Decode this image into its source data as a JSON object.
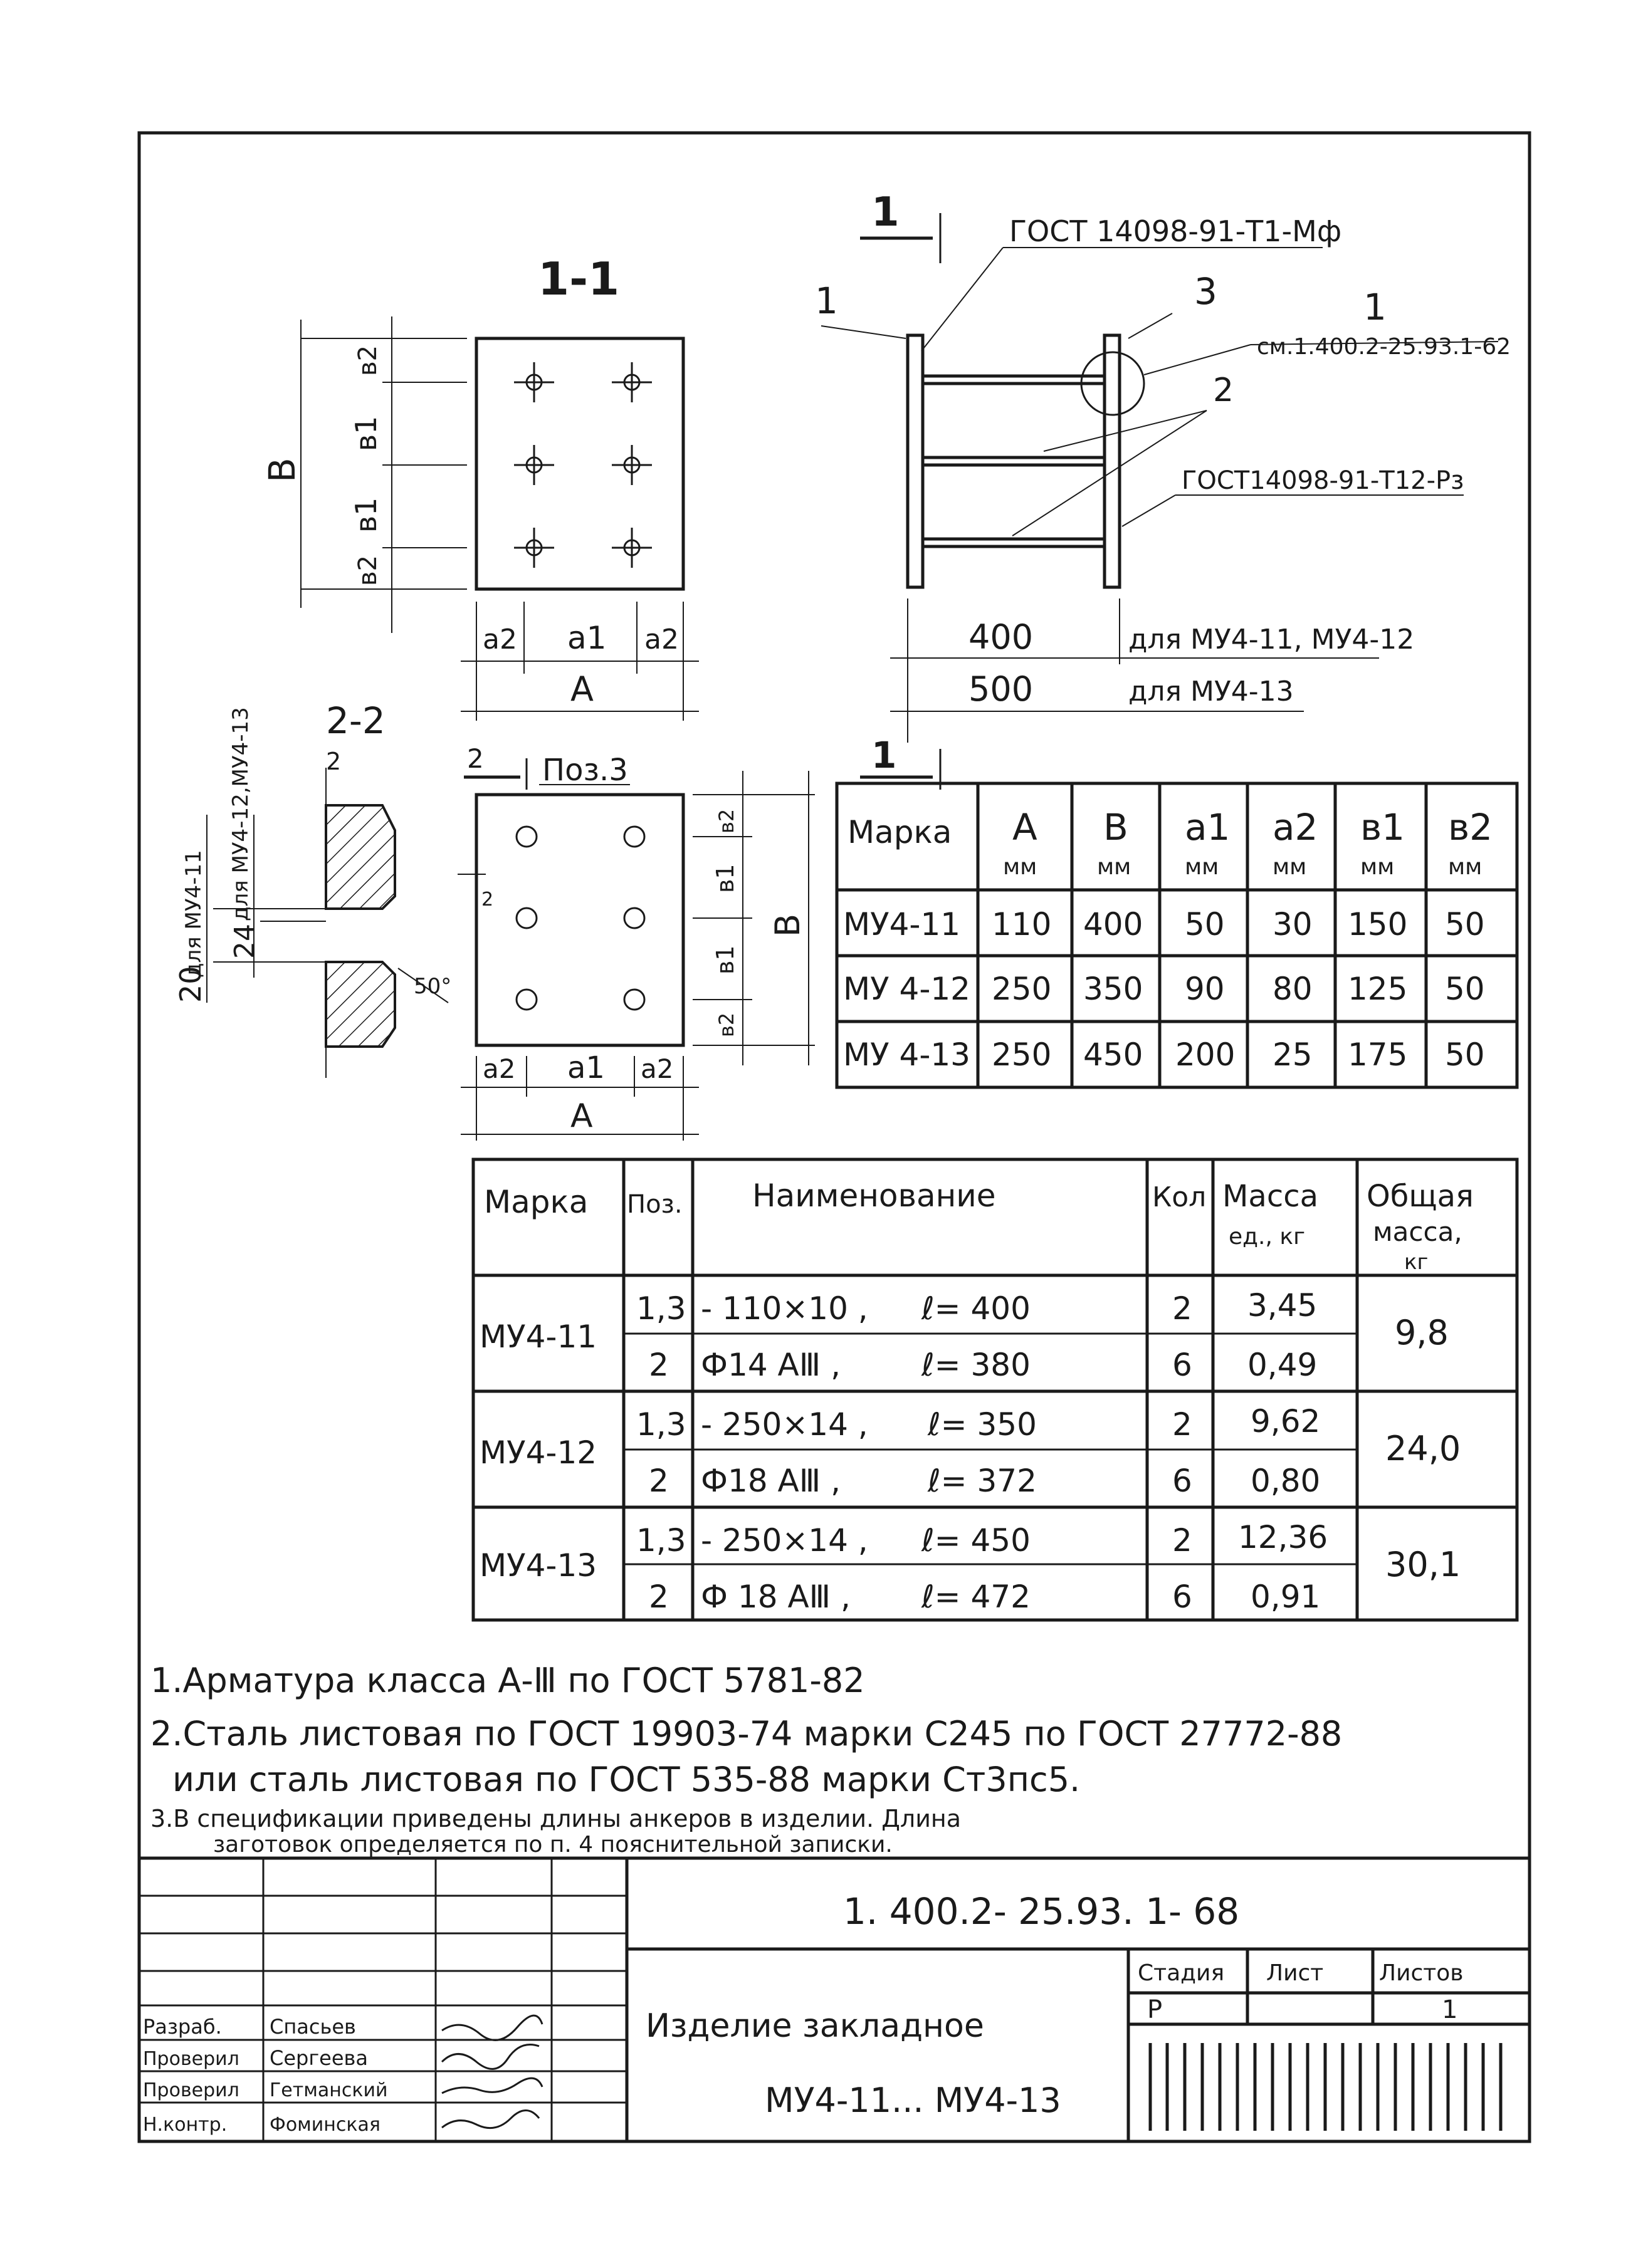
{
  "section_1_1": {
    "title": "1-1",
    "dim_B": "B",
    "dim_b2": "в2",
    "dim_b1": "в1",
    "dim_a2": "а2",
    "dim_a1": "а1",
    "dim_A": "А"
  },
  "section_2_2": {
    "title": "2-2",
    "mark_20": "20",
    "for_mu4_11": "для МУ4-11",
    "mark_24": "24",
    "for_mu4_12_13": "для МУ4-12,МУ4-13",
    "angle": "50°",
    "cut_mark": "2"
  },
  "plan_view": {
    "pos_label": "Поз.3",
    "cut_mark": "2",
    "dim_B": "B",
    "dim_b1": "в1",
    "dim_b2": "в2",
    "dim_a1": "а1",
    "dim_a2": "а2",
    "dim_A": "А"
  },
  "side_view": {
    "cut_top": "1",
    "cut_bottom": "1",
    "leader_1_left": "1",
    "gost_top": "ГОСТ 14098-91-Т1-Мф",
    "leader_3": "3",
    "detail_1": "1",
    "detail_ref": "см.1.400.2-25.93.1-62",
    "leader_2": "2",
    "gost_bottom": "ГОСТ14098-91-Т12-Рз",
    "dim_400": "400",
    "for_400": "для МУ4-11, МУ4-12",
    "dim_500": "500",
    "for_500": "для МУ4-13"
  },
  "dims_table": {
    "headers": [
      {
        "name": "Марка",
        "unit": ""
      },
      {
        "name": "А",
        "unit": "мм"
      },
      {
        "name": "B",
        "unit": "мм"
      },
      {
        "name": "а1",
        "unit": "мм"
      },
      {
        "name": "а2",
        "unit": "мм"
      },
      {
        "name": "в1",
        "unit": "мм"
      },
      {
        "name": "в2",
        "unit": "мм"
      }
    ],
    "rows": [
      [
        "МУ4-11",
        "110",
        "400",
        "50",
        "30",
        "150",
        "50"
      ],
      [
        "МУ 4-12",
        "250",
        "350",
        "90",
        "80",
        "125",
        "50"
      ],
      [
        "МУ 4-13",
        "250",
        "450",
        "200",
        "25",
        "175",
        "50"
      ]
    ]
  },
  "spec_table": {
    "h_mark": "Марка",
    "h_pos": "Поз.",
    "h_name": "Наименование",
    "h_qty": "Кол",
    "h_mass1": "Масса",
    "h_mass2": "ед., кг",
    "h_total1": "Общая",
    "h_total2": "масса,",
    "h_total3": "кг",
    "groups": [
      {
        "mark": "МУ4-11",
        "total": "9,8",
        "rows": [
          {
            "pos": "1,3",
            "name": "- 110×10 ,",
            "len": "ℓ= 400",
            "qty": "2",
            "mass": "3,45"
          },
          {
            "pos": "2",
            "name": "Ф14 АⅢ ,",
            "len": "ℓ= 380",
            "qty": "6",
            "mass": "0,49"
          }
        ]
      },
      {
        "mark": "МУ4-12",
        "total": "24,0",
        "rows": [
          {
            "pos": "1,3",
            "name": "- 250×14 ,",
            "len": "ℓ= 350",
            "qty": "2",
            "mass": "9,62"
          },
          {
            "pos": "2",
            "name": "Ф18 АⅢ ,",
            "len": "ℓ= 372",
            "qty": "6",
            "mass": "0,80"
          }
        ]
      },
      {
        "mark": "МУ4-13",
        "total": "30,1",
        "rows": [
          {
            "pos": "1,3",
            "name": "- 250×14 ,",
            "len": "ℓ= 450",
            "qty": "2",
            "mass": "12,36"
          },
          {
            "pos": "2",
            "name": "Ф 18 АⅢ ,",
            "len": "ℓ= 472",
            "qty": "6",
            "mass": "0,91"
          }
        ]
      }
    ]
  },
  "notes": [
    "1.Арматура класса А-Ⅲ по ГОСТ 5781-82",
    "2.Сталь листовая по ГОСТ 19903-74 марки С245 по ГОСТ 27772-88",
    "или сталь листовая по ГОСТ 535-88 марки Ст3пс5.",
    "3.В спецификации приведены длины анкеров в изделии. Длина",
    "заготовок определяется по п. 4 пояснительной записки."
  ],
  "title_block": {
    "doc_code": "1. 400.2- 25.93. 1- 68",
    "title_line1": "Изделие закладное",
    "title_line2": "МУ4-11... МУ4-13",
    "stage_h": "Стадия",
    "sheet_h": "Лист",
    "sheets_h": "Листов",
    "stage_v": "Р",
    "sheets_v": "1",
    "roles": [
      {
        "role": "Разраб.",
        "name": "Спасьев"
      },
      {
        "role": "Проверил",
        "name": "Сергеева"
      },
      {
        "role": "Проверил",
        "name": "Гетманский"
      },
      {
        "role": "Н.контр.",
        "name": "Фоминская"
      }
    ]
  }
}
